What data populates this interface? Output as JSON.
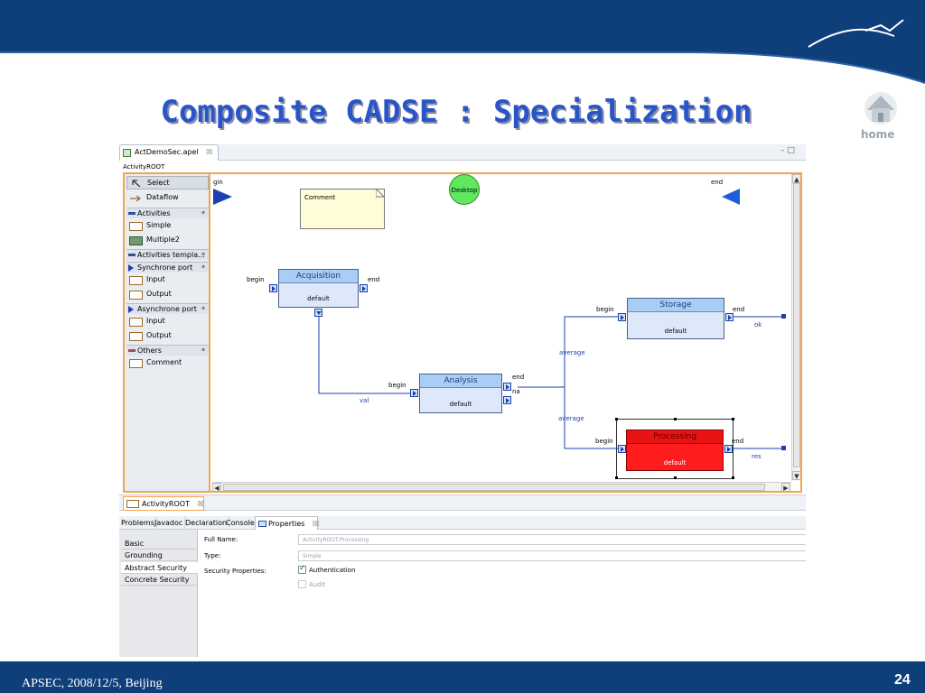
{
  "slide": {
    "title": "Composite CADSE : Specialization",
    "home_label": "home",
    "footer": "APSEC, 2008/12/5, Beijing",
    "page_number": "24"
  },
  "editor": {
    "tab_label": "ActDemoSec.apel",
    "tab_close": "☒",
    "window_controls": "– □",
    "breadcrumb": "ActivityROOT"
  },
  "palette": {
    "tools": [
      {
        "label": "Select"
      },
      {
        "label": "Dataflow"
      }
    ],
    "drawers": [
      {
        "label": "Activities",
        "pin": "✶"
      },
      {
        "label": "Activities templa...",
        "pin": "✶"
      },
      {
        "label": "Synchrone port",
        "pin": "✶"
      },
      {
        "label": "Asynchrone port",
        "pin": "✶"
      },
      {
        "label": "Others",
        "pin": "✶"
      }
    ],
    "activities_items": [
      "Simple",
      "Multiple2"
    ],
    "sync_items": [
      "Input",
      "Output"
    ],
    "async_items": [
      "Input",
      "Output"
    ],
    "others_items": [
      "Comment"
    ]
  },
  "diagram": {
    "begin_label_partial": "gin",
    "end_label": "end",
    "comment_text": "Comment",
    "desktop_label": "Desktop",
    "acquisition": {
      "title": "Acquisition",
      "sub": "default",
      "in_label": "begin",
      "out_label": "end"
    },
    "analysis": {
      "title": "Analysis",
      "sub": "default",
      "in_label": "begin",
      "out_label": "end",
      "out2_label": "na"
    },
    "storage": {
      "title": "Storage",
      "sub": "default",
      "in_label": "begin",
      "out_label": "end"
    },
    "processing": {
      "title": "Processing",
      "sub": "default",
      "in_label": "begin",
      "out_label": "end"
    },
    "flows": {
      "val": "val",
      "average_top": "average",
      "average_bottom": "average",
      "ok": "ok",
      "res": "res"
    }
  },
  "outline": {
    "tab_label": "ActivityROOT",
    "tab_close": "☒"
  },
  "views": {
    "tabs": [
      "Problems",
      "Javadoc",
      "Declaration",
      "Console",
      "Properties"
    ],
    "active_close": "☒"
  },
  "properties": {
    "side_tabs": [
      "Basic",
      "Grounding",
      "Abstract Security",
      "Concrete Security"
    ],
    "full_name_label": "Full Name:",
    "full_name_value": "ActivityROOT:Processing",
    "type_label": "Type:",
    "type_value": "Simple",
    "security_label": "Security Properties:",
    "auth_label": "Authentication",
    "audit_label": "Audit"
  },
  "colors": {
    "slide_band": "#0f3f7a",
    "title_blue": "#2a55c8",
    "selection_orange": "#f0a64b",
    "activity_fill": "#dde9fb",
    "activity_header": "#a9cdf5",
    "processing_red": "#ff1c1c",
    "desktop_green": "#5fe75f",
    "flow_blue": "#1e3fae"
  }
}
